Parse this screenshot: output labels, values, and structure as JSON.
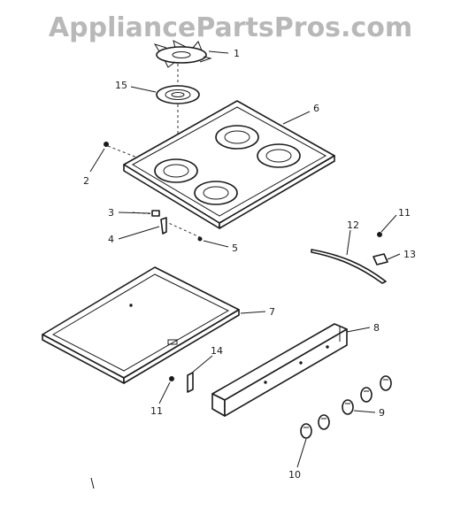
{
  "watermark": "AppliancePartsPros.com",
  "callouts": {
    "c1": "1",
    "c2": "2",
    "c3": "3",
    "c4": "4",
    "c5": "5",
    "c6": "6",
    "c7": "7",
    "c8": "8",
    "c9": "9",
    "c10": "10",
    "c11a": "11",
    "c11b": "11",
    "c12": "12",
    "c13": "13",
    "c14": "14",
    "c15": "15"
  }
}
